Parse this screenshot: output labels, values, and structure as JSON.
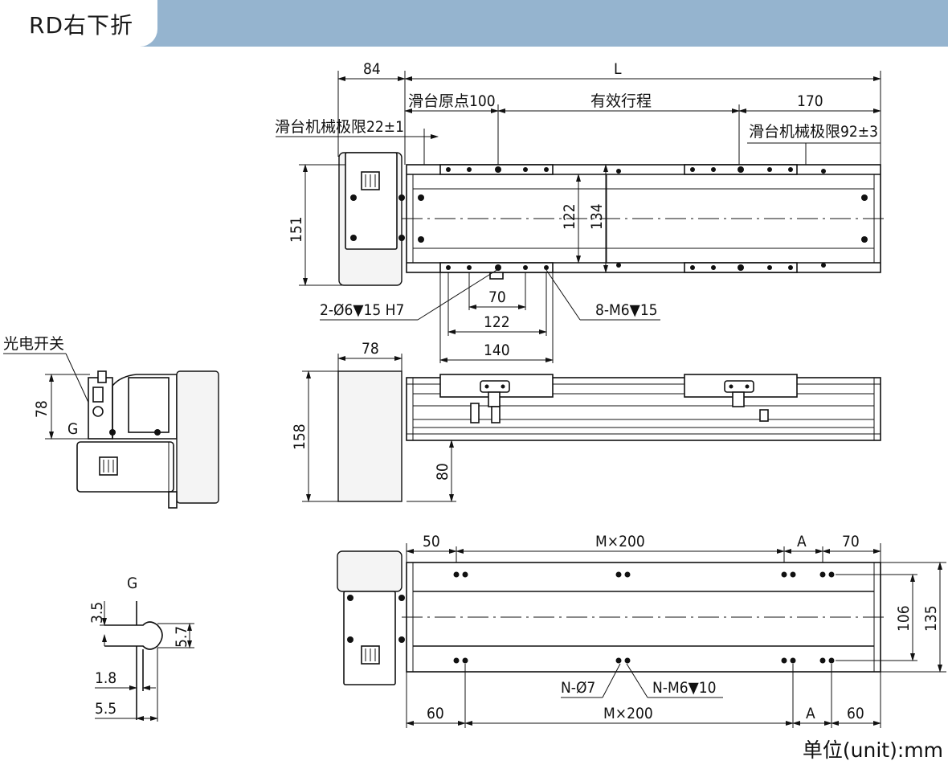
{
  "title": "RD右下折",
  "unit_label": "单位(unit):mm",
  "top_view": {
    "dim_84": "84",
    "dim_L": "L",
    "origin_label": "滑台原点100",
    "stroke_label": "有效行程",
    "dim_170": "170",
    "mech_limit_left": "滑台机械极限22±1",
    "mech_limit_right": "滑台机械极限92±3",
    "dim_151": "151",
    "dim_122_v": "122",
    "dim_134": "134",
    "dim_70": "70",
    "dim_122_h": "122",
    "dim_140": "140",
    "callout_holes": "2-Ø6▼15 H7",
    "callout_threads": "8-M6▼15"
  },
  "side_view": {
    "dim_78": "78",
    "dim_158": "158",
    "dim_80": "80"
  },
  "end_view": {
    "sensor_label": "光电开关",
    "dim_78": "78",
    "g_label": "G"
  },
  "bottom_view": {
    "dim_50": "50",
    "dim_Mx200_top": "M×200",
    "dim_A_top": "A",
    "dim_70": "70",
    "dim_106": "106",
    "dim_135": "135",
    "callout_holes": "N-Ø7",
    "callout_threads": "N-M6▼10",
    "dim_60_left": "60",
    "dim_Mx200_bottom": "M×200",
    "dim_A_bottom": "A",
    "dim_60_right": "60"
  },
  "detail_g": {
    "g_label": "G",
    "dim_3_5": "3.5",
    "dim_5_7": "5.7",
    "dim_1_8": "1.8",
    "dim_5_5": "5.5"
  }
}
